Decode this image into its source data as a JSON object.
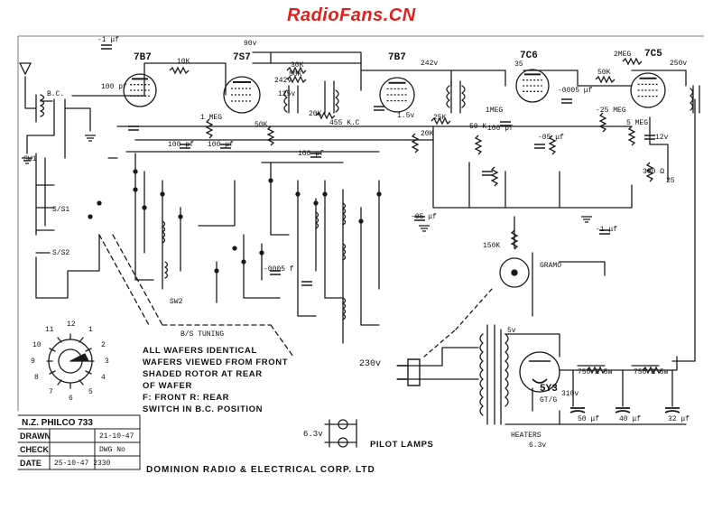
{
  "watermark": "RadioFans.CN",
  "tubes": [
    "7B7",
    "7S7",
    "7B7",
    "7C6",
    "7C5"
  ],
  "rectifier": {
    "name": "5Y3",
    "suffix": "GT/G"
  },
  "supply_labels": {
    "v90": "90v",
    "v242a": "242v",
    "v242b": "242v",
    "v125": "125v",
    "v250": "250v",
    "v35": "35",
    "v12": "12v",
    "v310": "310v",
    "v230": "230v",
    "v5": "5v",
    "v63": "6.3v"
  },
  "component_labels": {
    "c1": "-1 μf",
    "r10k": "10K",
    "r30k": "30K",
    "r50k_a": "50K",
    "c100a": "100 pf",
    "r20k_a": "20K",
    "if455": "455 K.C",
    "r1meg_a": "1 MEG",
    "r50k_b": "50K",
    "c100b": "100 pf",
    "c100c": "100 μf",
    "c100d": "100 pf",
    "r25k": "25K",
    "r20k_b": "20K",
    "v15": "1.5v",
    "r1meg_b": "1MEG",
    "r50k_c": "50 K",
    "c100e": "100 pf",
    "r2meg": "2MEG",
    "r50k_d": "50K",
    "c0005": "-0005 μf",
    "r25meg": "-25 MEG",
    "r5meg": "5 MEG",
    "c05": "-05 μf",
    "r300": "300 Ω",
    "c25": "25",
    "c1b": "-1 μf",
    "r150k": "150K",
    "gramo": "GRAMO",
    "c05b": "-05 μf",
    "c0005b": "-0005 f",
    "r750a": "750 Ω 5w",
    "r750b": "750 Ω 5w",
    "c50": "50 μf",
    "c40": "40 μf",
    "c32": "32 μf",
    "bc": "B.C.",
    "sw1": "SW1",
    "sw2": "SW2",
    "s51": "S/S1",
    "s52": "S/S2"
  },
  "notes": {
    "bs_tuning": "B/S TUNING",
    "wafers": [
      "ALL WAFERS IDENTICAL",
      "WAFERS VIEWED FROM FRONT",
      "SHADED ROTOR AT REAR",
      "OF WAFER",
      "F: FRONT   R: REAR",
      "SWITCH IN B.C. POSITION"
    ],
    "pilot_lamps": "PILOT LAMPS",
    "heaters": "HEATERS",
    "heaters_v": "6.3v"
  },
  "wafer_numbers": [
    "12",
    "1",
    "2",
    "3",
    "4",
    "5",
    "6",
    "7",
    "8",
    "9",
    "10",
    "11"
  ],
  "title_block": {
    "model": "N.Z. PHILCO 733",
    "rows": [
      {
        "label": "DRAWN",
        "value": "21-10-47"
      },
      {
        "label": "CHECK",
        "value": "DWG No"
      },
      {
        "label": "DATE",
        "value": "25-10-47   2330"
      }
    ],
    "company": "DOMINION RADIO & ELECTRICAL CORP. LTD"
  }
}
